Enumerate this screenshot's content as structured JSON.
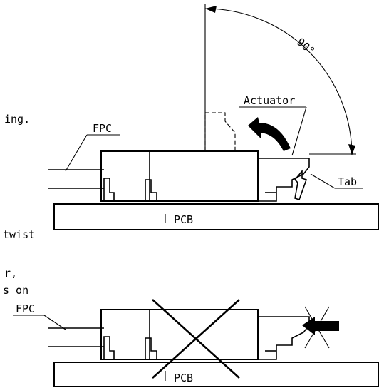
{
  "labels": {
    "angle": "90°",
    "actuator": "Actuator",
    "fpc_top": "FPC",
    "tab": "Tab",
    "pcb_top": "PCB",
    "fpc_bottom": "FPC",
    "pcb_bottom": "PCB"
  },
  "text_fragments": {
    "ing": "ing.",
    "twist": "twist",
    "comma": "r,",
    "on": "s on"
  }
}
